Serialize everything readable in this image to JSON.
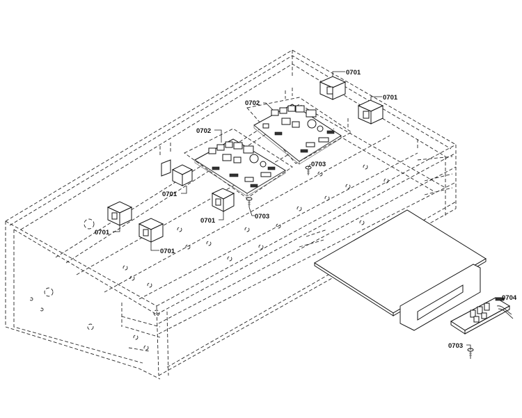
{
  "diagram": {
    "callouts": [
      {
        "id": "c1",
        "text": "0701"
      },
      {
        "id": "c2",
        "text": "0701"
      },
      {
        "id": "c3",
        "text": "0702"
      },
      {
        "id": "c4",
        "text": "0702"
      },
      {
        "id": "c5",
        "text": "0703"
      },
      {
        "id": "c6",
        "text": "0701"
      },
      {
        "id": "c7",
        "text": "0701"
      },
      {
        "id": "c8",
        "text": "0703"
      },
      {
        "id": "c9",
        "text": "0701"
      },
      {
        "id": "c10",
        "text": "0701"
      },
      {
        "id": "c11",
        "text": "0704"
      },
      {
        "id": "c12",
        "text": "0703"
      }
    ]
  }
}
